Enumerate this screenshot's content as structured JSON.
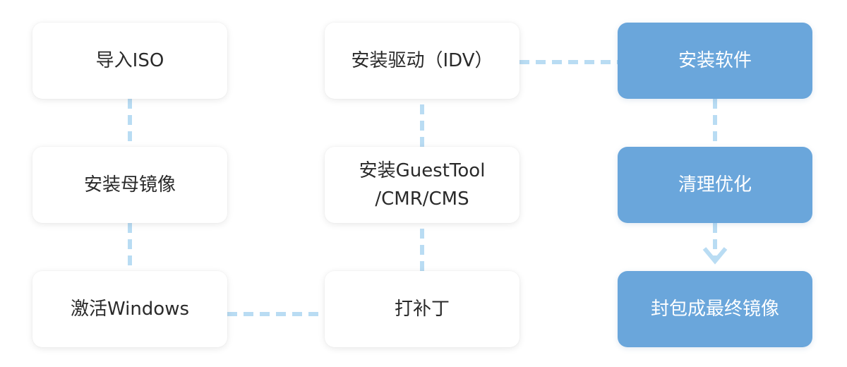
{
  "colors": {
    "box_light_bg": "#ffffff",
    "box_blue_bg": "#6aa6db",
    "connector": "#b9dcf3",
    "text_dark": "#2a2a2a",
    "text_light": "#ffffff"
  },
  "steps": {
    "import_iso": "导入ISO",
    "install_master_image": "安装母镜像",
    "activate_windows": "激活Windows",
    "install_driver": "安装驱动（IDV）",
    "install_guesttool": "安装GuestTool\n/CMR/CMS",
    "apply_patch": "打补丁",
    "install_software": "安装软件",
    "cleanup_optimize": "清理优化",
    "package_final_image": "封包成最终镜像"
  },
  "arrow_icon": "chevron-down-icon"
}
